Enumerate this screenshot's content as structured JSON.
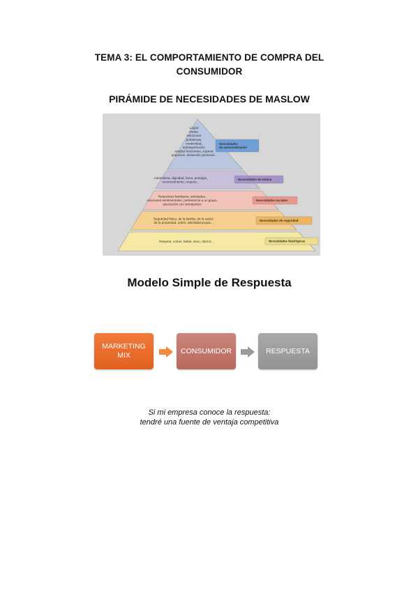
{
  "document": {
    "title_line1": "TEMA 3: EL COMPORTAMIENTO DE COMPRA DEL",
    "title_line2": "CONSUMIDOR",
    "section_title": "PIRÁMIDE DE NECESIDADES DE MASLOW"
  },
  "pyramid": {
    "levels": [
      {
        "lines": [
          "Lograr",
          "metas,",
          "solucionar",
          "problemas,",
          "creatividad,",
          "autosuperación,",
          "ampliar horizontes, superar",
          "prejuicios, desarrollo personal..."
        ],
        "label_lines": [
          "Necesidades",
          "de autorrealización"
        ],
        "color": "#b9c6df",
        "label_color": "#6f9fd8"
      },
      {
        "lines": [
          "Autoestima, dignidad, fama, prestigio,",
          "reconocimiento, respeto..."
        ],
        "label_lines": [
          "Necesidades de estima"
        ],
        "color": "#c8bfdb",
        "label_color": "#a592c8"
      },
      {
        "lines": [
          "Relaciones familiares, amistades,",
          "relaciones sentimentales, pertenencia a un grupo,",
          "asociación con semejantes"
        ],
        "label_lines": [
          "Necesidades sociales"
        ],
        "color": "#f1c3b9",
        "label_color": "#e9988a"
      },
      {
        "lines": [
          "Seguridad física, de la familia, de la salud,",
          "de la propiedad, orden, identidad propia..."
        ],
        "label_lines": [
          "Necesidades de seguridad"
        ],
        "color": "#f6cf8f",
        "label_color": "#efb55e"
      },
      {
        "lines": [
          "Respirar, comer, beber, sexo, dormir..."
        ],
        "label_lines": [
          "Necesidades fisiológicas"
        ],
        "color": "#f5e9a3",
        "label_color": "#ece08a"
      }
    ]
  },
  "model": {
    "title": "Modelo Simple de Respuesta",
    "steps": [
      {
        "line1": "MARKETING",
        "line2": "MIX"
      },
      {
        "line1": "CONSUMIDOR",
        "line2": ""
      },
      {
        "line1": "RESPUESTA",
        "line2": ""
      }
    ],
    "arrow_colors": [
      "#f28b3c",
      "#9b9b9b"
    ]
  },
  "quote": {
    "line1": "Si mi empresa conoce la respuesta:",
    "line2": "tendré una fuente de ventaja competitiva"
  }
}
